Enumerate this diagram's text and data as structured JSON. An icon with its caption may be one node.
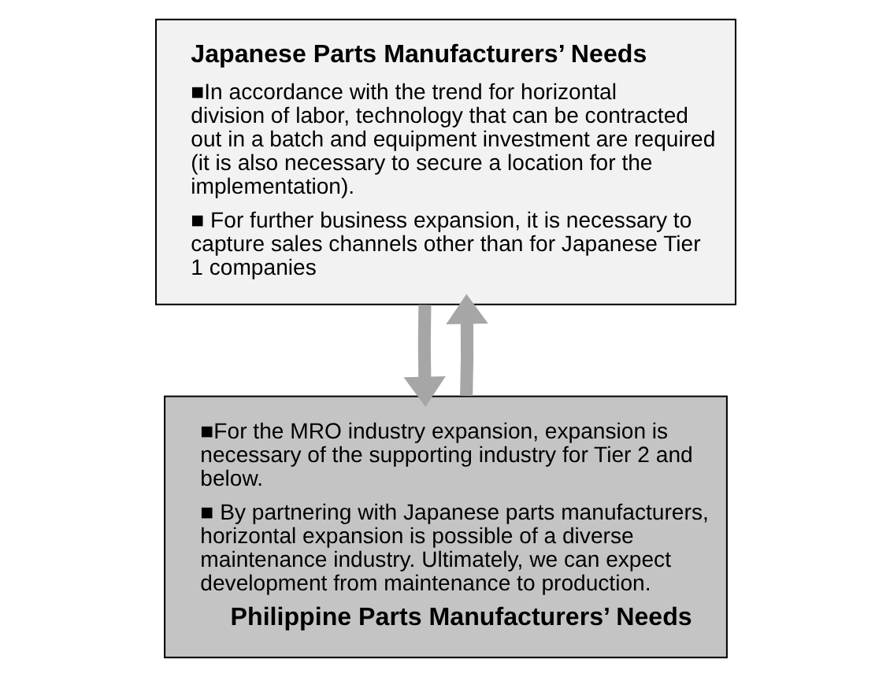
{
  "diagram": {
    "nodes": [
      {
        "text": [
          "Japanese Parts Manufacturers’ Needs",
          "■In accordance with the trend for horizontal division of labor, technology that can be contracted out in a batch and equipment investment are required (it is also necessary to secure a location for the implementation).",
          "■ For further business expansion, it is necessary to capture sales channels other than for Japanese Tier 1 companies"
        ]
      },
      {
        "text": [
          "■For the MRO industry expansion, expansion is necessary of the supporting industry for Tier 2 and below.",
          "■ By partnering with Japanese parts manufacturers, horizontal expansion is possible of a diverse maintenance industry. Ultimately, we can expect development from maintenance to production.",
          "Philippine Parts Manufacturers’ Needs"
        ]
      }
    ],
    "edges": [
      {
        "from": 0,
        "to": 1,
        "arrow": "to"
      },
      {
        "from": 1,
        "to": 0,
        "arrow": "to"
      }
    ]
  }
}
